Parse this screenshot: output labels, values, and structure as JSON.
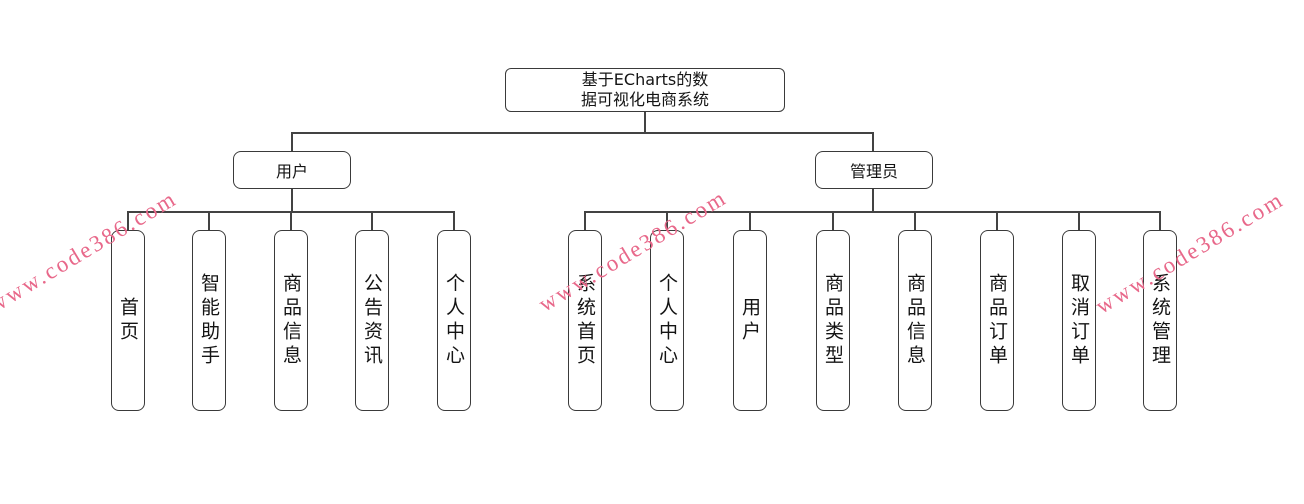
{
  "watermark": {
    "text": "www.code386.com",
    "color": "#e8688a"
  },
  "colors": {
    "line": "#434343",
    "border": "#3a3a3a",
    "text": "#141414",
    "background": "#ffffff"
  },
  "diagram": {
    "root": {
      "title": "基于ECharts的数据可视化电商系统",
      "line1": "基于ECharts的数",
      "line2": "据可视化电商系统"
    },
    "branches": [
      {
        "label": "用户",
        "children": [
          {
            "label": "首页"
          },
          {
            "label": "智能助手"
          },
          {
            "label": "商品信息"
          },
          {
            "label": "公告资讯"
          },
          {
            "label": "个人中心"
          }
        ]
      },
      {
        "label": "管理员",
        "children": [
          {
            "label": "系统首页"
          },
          {
            "label": "个人中心"
          },
          {
            "label": "用户"
          },
          {
            "label": "商品类型"
          },
          {
            "label": "商品信息"
          },
          {
            "label": "商品订单"
          },
          {
            "label": "取消订单"
          },
          {
            "label": "系统管理"
          }
        ]
      }
    ]
  }
}
